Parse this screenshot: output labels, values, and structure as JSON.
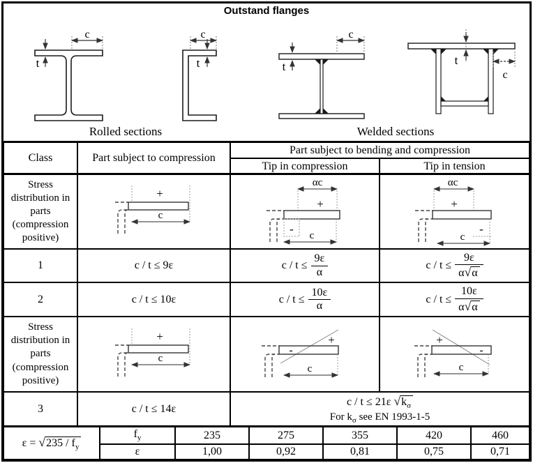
{
  "title": "Outstand flanges",
  "figures": {
    "rolled_caption": "Rolled sections",
    "welded_caption": "Welded sections",
    "c": "c",
    "t": "t"
  },
  "header": {
    "class": "Class",
    "compression": "Part subject to compression",
    "bending_compression": "Part subject to bending and compression",
    "tip_compression": "Tip in compression",
    "tip_tension": "Tip in tension"
  },
  "stress_row_label": "Stress distribution in parts (compression positive)",
  "diagram_labels": {
    "plus": "+",
    "minus": "-",
    "c": "c",
    "alpha_c": "αc"
  },
  "symbols": {
    "sqrt": "√"
  },
  "rows": {
    "class1": {
      "class": "1",
      "compression": "c / t ≤ 9ε",
      "tip_compression": {
        "lhs": "c / t ≤",
        "num": "9ε",
        "den": "α"
      },
      "tip_tension": {
        "lhs": "c / t ≤",
        "num": "9ε",
        "den_alpha": "α",
        "den_sqrt": "α"
      }
    },
    "class2": {
      "class": "2",
      "compression": "c / t ≤ 10ε",
      "tip_compression": {
        "lhs": "c / t ≤",
        "num": "10ε",
        "den": "α"
      },
      "tip_tension": {
        "lhs": "c / t ≤",
        "num": "10ε",
        "den_alpha": "α",
        "den_sqrt": "α"
      }
    },
    "class3": {
      "class": "3",
      "compression": "c / t ≤ 14ε",
      "combined": {
        "lhs": "c / t ≤ 21ε",
        "sqrt_base": "k",
        "sqrt_sub": "σ"
      },
      "note": {
        "pre": "For k",
        "sub": "σ",
        "post": " see EN 1993-1-5"
      }
    }
  },
  "epsilon_table": {
    "formula": {
      "lhs": "ε =",
      "radicand": "235 / f",
      "sub": "y"
    },
    "fy_label": {
      "base": "f",
      "sub": "y"
    },
    "eps_label": "ε",
    "fy_values": [
      "235",
      "275",
      "355",
      "420",
      "460"
    ],
    "eps_values": [
      "1,00",
      "0,92",
      "0,81",
      "0,75",
      "0,71"
    ]
  }
}
